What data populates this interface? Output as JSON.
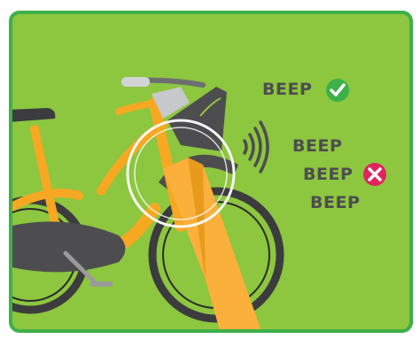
{
  "panel": {
    "success_label": "BEEP",
    "error_label_1": "BEEP",
    "error_label_2": "BEEP",
    "error_label_3": "BEEP",
    "colors": {
      "background": "#8dc63f",
      "border": "#3db049",
      "bike_frame": "#f7a823",
      "dark": "#4d4d4f",
      "success": "#3db049",
      "error": "#e0245e"
    },
    "icons": [
      "bike-illustration",
      "dock-post-illustration",
      "sound-waves-icon",
      "check-circle-icon",
      "x-circle-icon"
    ]
  }
}
